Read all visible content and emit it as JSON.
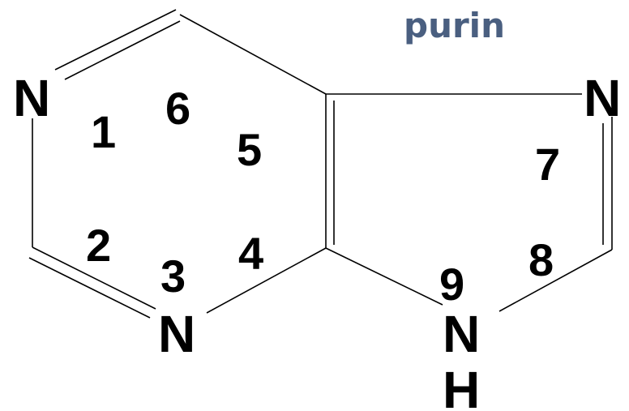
{
  "title": "purin",
  "title_color": "#4a5f80",
  "atoms": {
    "n1": "N",
    "n3": "N",
    "n7": "N",
    "n9": "N",
    "h9": "H"
  },
  "locants": {
    "p1": "1",
    "p2": "2",
    "p3": "3",
    "p4": "4",
    "p5": "5",
    "p6": "6",
    "p7": "7",
    "p8": "8",
    "p9": "9"
  }
}
